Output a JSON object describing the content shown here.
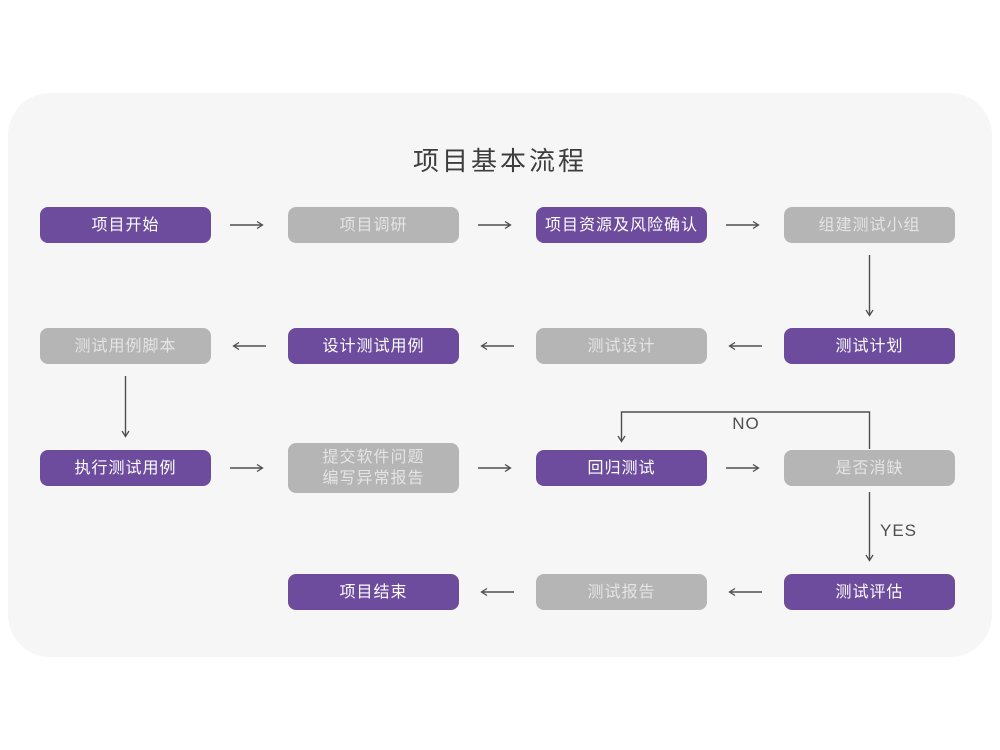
{
  "title": "项目基本流程",
  "colors": {
    "purple": "#6d4c9e",
    "gray": "#b5b5b5",
    "panel_bg": "#f6f6f6",
    "arrow": "#4f4f4f",
    "title_text": "#3d3d3d",
    "node_text": "#ffffff",
    "gray_node_text": "#e4e4e4",
    "page_bg": "#ffffff"
  },
  "nodes": [
    {
      "id": "project-start",
      "label": "项目开始",
      "variant": "purple"
    },
    {
      "id": "project-research",
      "label": "项目调研",
      "variant": "gray"
    },
    {
      "id": "resources-risk-confirm",
      "label": "项目资源及风险确认",
      "variant": "purple"
    },
    {
      "id": "build-test-team",
      "label": "组建测试小组",
      "variant": "gray"
    },
    {
      "id": "test-case-script",
      "label": "测试用例脚本",
      "variant": "gray"
    },
    {
      "id": "design-test-case",
      "label": "设计测试用例",
      "variant": "purple"
    },
    {
      "id": "test-design",
      "label": "测试设计",
      "variant": "gray"
    },
    {
      "id": "test-plan",
      "label": "测试计划",
      "variant": "purple"
    },
    {
      "id": "execute-test-case",
      "label": "执行测试用例",
      "variant": "purple"
    },
    {
      "id": "submit-issue-report",
      "label": "提交软件问题\n编写异常报告",
      "variant": "gray"
    },
    {
      "id": "regression-test",
      "label": "回归测试",
      "variant": "purple"
    },
    {
      "id": "defect-cleared",
      "label": "是否消缺",
      "variant": "gray"
    },
    {
      "id": "project-end",
      "label": "项目结束",
      "variant": "purple"
    },
    {
      "id": "test-report",
      "label": "测试报告",
      "variant": "gray"
    },
    {
      "id": "test-evaluation",
      "label": "测试评估",
      "variant": "purple"
    }
  ],
  "edge_labels": {
    "no": "NO",
    "yes": "YES"
  }
}
